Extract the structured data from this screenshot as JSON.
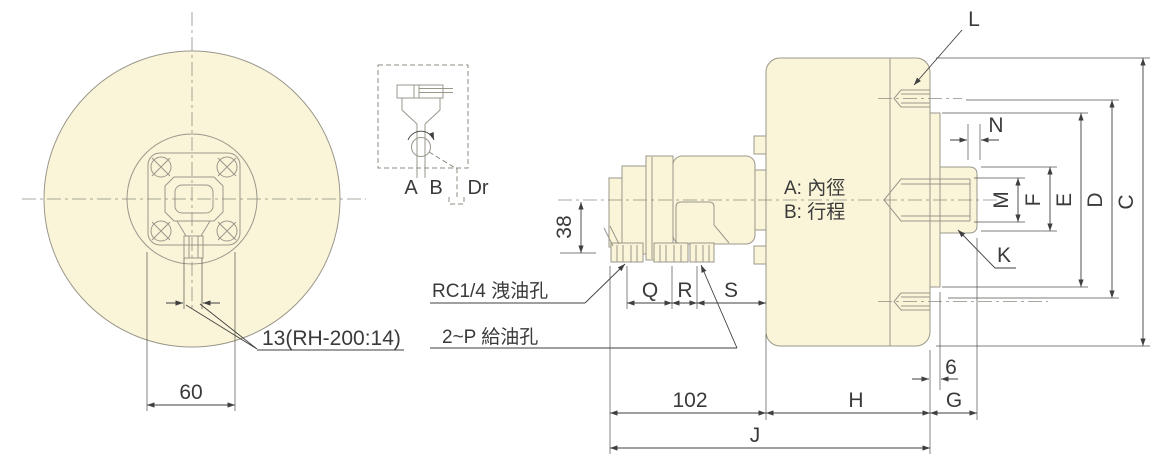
{
  "drawing": {
    "front_view": {
      "dim_60": "60",
      "dim_13": "13(RH-200:14)"
    },
    "symbol": {
      "port_a": "A",
      "port_b": "B",
      "drain": "Dr"
    },
    "side_view": {
      "note_line1": "A: 內徑",
      "note_line2": "B: 行程",
      "drain_port_label": "RC1/4 洩油孔",
      "supply_port_label": "2~P 給油孔",
      "dim_38": "38",
      "dim_102": "102",
      "dim_6": "6",
      "dim_L": "L",
      "dim_N": "N",
      "dim_M": "M",
      "dim_F": "F",
      "dim_E": "E",
      "dim_D": "D",
      "dim_C": "C",
      "dim_K": "K",
      "dim_Q": "Q",
      "dim_R": "R",
      "dim_S": "S",
      "dim_G": "G",
      "dim_H": "H",
      "dim_J": "J"
    },
    "colors": {
      "body_fill": "#faf5d8",
      "outline": "#9a978b",
      "dimension": "#3f3f3f"
    }
  }
}
